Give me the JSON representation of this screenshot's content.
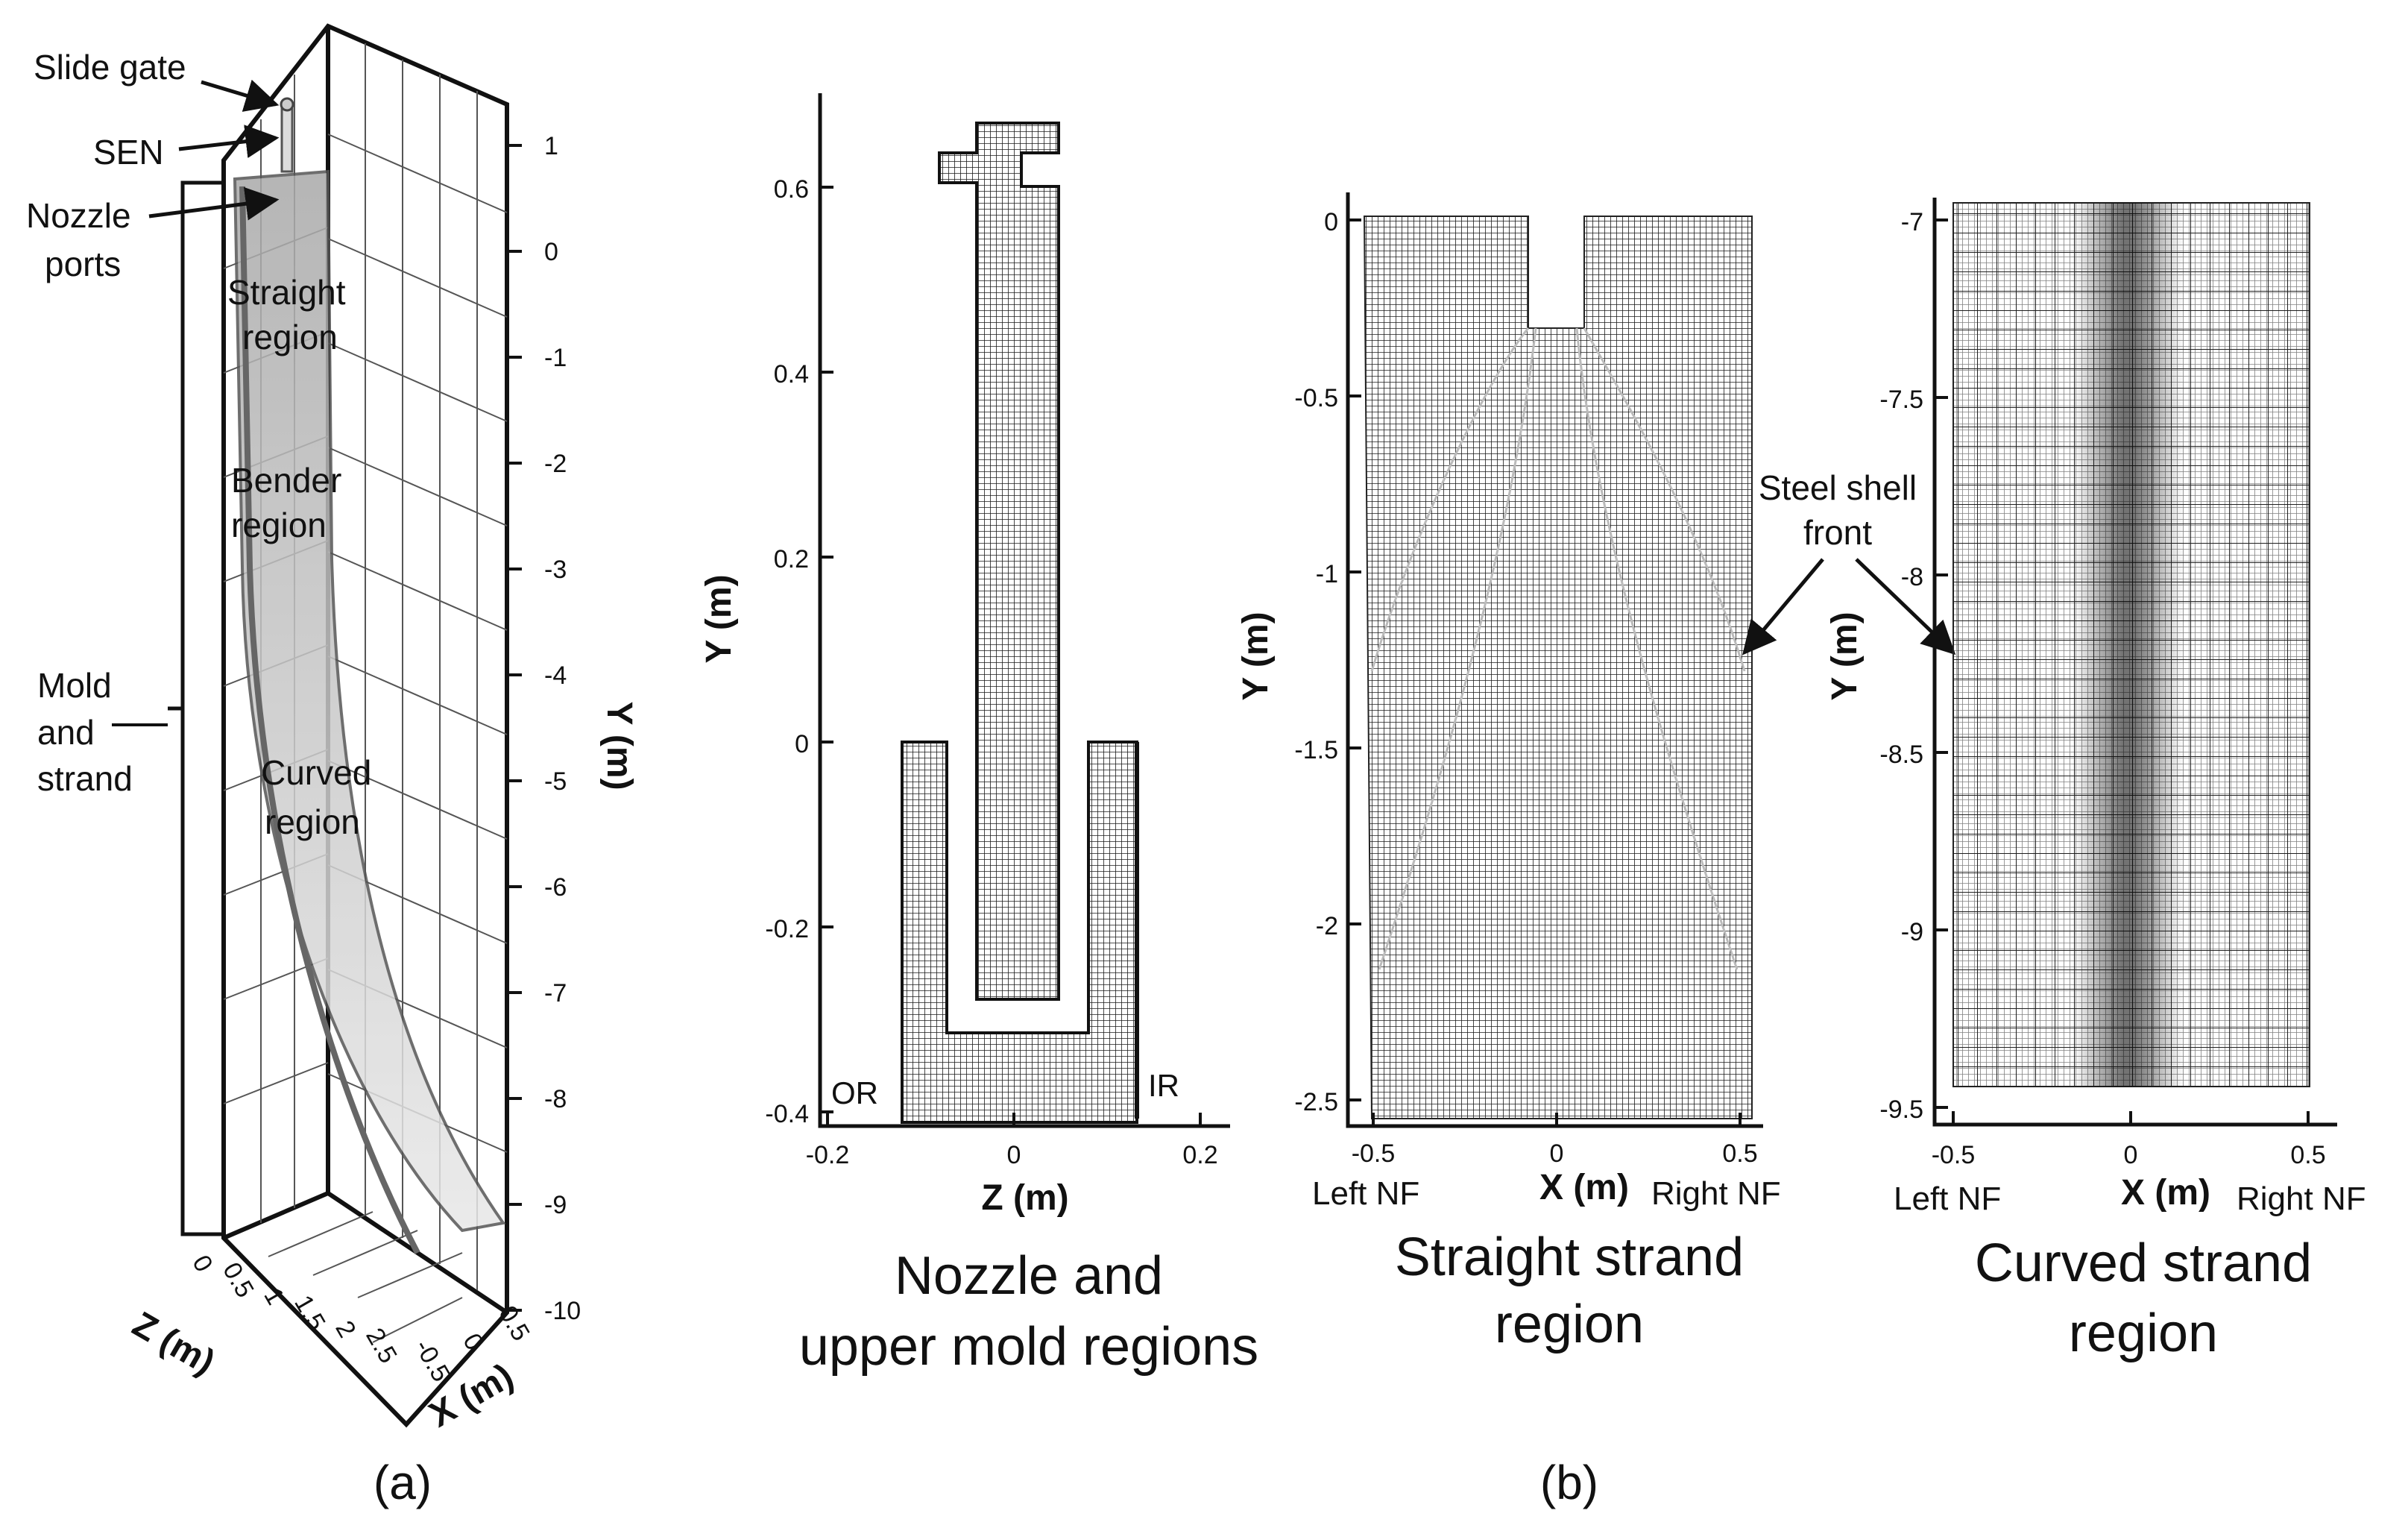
{
  "panel_a": {
    "caption": "(a)",
    "labels": {
      "slide_gate": "Slide gate",
      "sen": "SEN",
      "nozzle_ports_1": "Nozzle",
      "nozzle_ports_2": "ports",
      "straight_1": "Straight",
      "straight_2": "region",
      "bender_1": "Bender",
      "bender_2": "region",
      "curved_1": "Curved",
      "curved_2": "region",
      "mold_1": "Mold",
      "mold_2": "and",
      "mold_3": "strand"
    },
    "y_axis": {
      "label": "Y (m)",
      "ticks": [
        "1",
        "0",
        "-1",
        "-2",
        "-3",
        "-4",
        "-5",
        "-6",
        "-7",
        "-8",
        "-9",
        "-10"
      ]
    },
    "z_axis": {
      "label": "Z (m)",
      "ticks": [
        "0",
        "0.5",
        "1",
        "1.5",
        "2",
        "2.5"
      ]
    },
    "x_axis": {
      "label": "X (m)",
      "ticks": [
        "-0.5",
        "0",
        "0.5"
      ]
    }
  },
  "panel_b": {
    "caption": "(b)",
    "nozzle": {
      "title_1": "Nozzle and",
      "title_2": "upper mold regions",
      "xlabel": "Z (m)",
      "ylabel": "Y (m)",
      "xticks": [
        "-0.2",
        "0",
        "0.2"
      ],
      "yticks": [
        "0.6",
        "0.4",
        "0.2",
        "0",
        "-0.2",
        "-0.4"
      ],
      "left_tag": "OR",
      "right_tag": "IR"
    },
    "straight": {
      "title_1": "Straight strand",
      "title_2": "region",
      "xlabel": "X (m)",
      "ylabel": "Y (m)",
      "xticks": [
        "-0.5",
        "0",
        "0.5"
      ],
      "yticks": [
        "0",
        "-0.5",
        "-1",
        "-1.5",
        "-2",
        "-2.5"
      ],
      "left_nf": "Left NF",
      "right_nf": "Right NF"
    },
    "shell_front_1": "Steel shell",
    "shell_front_2": "front",
    "curved": {
      "title_1": "Curved strand",
      "title_2": "region",
      "xlabel": "X (m)",
      "ylabel": "Y (m)",
      "xticks": [
        "-0.5",
        "0",
        "0.5"
      ],
      "yticks": [
        "-7",
        "-7.5",
        "-8",
        "-8.5",
        "-9",
        "-9.5"
      ],
      "left_nf": "Left NF",
      "right_nf": "Right NF"
    }
  }
}
